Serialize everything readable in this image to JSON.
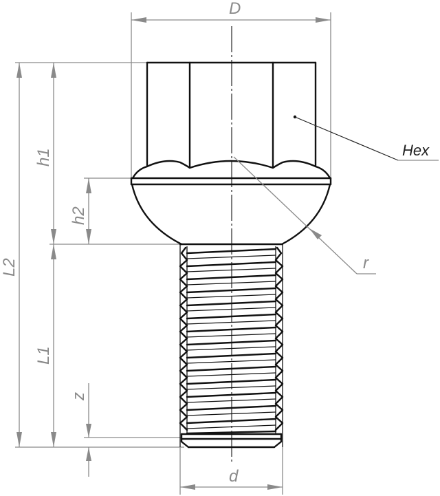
{
  "diagram": {
    "subject": "Wheel bolt with ball seat",
    "dimensions": {
      "D": "D",
      "d": "d",
      "L1": "L1",
      "L2": "L2",
      "h1": "h1",
      "h2": "h2",
      "z": "z",
      "r": "r"
    },
    "callouts": {
      "hex": "Hex"
    },
    "colors": {
      "object_line": "#111111",
      "dimension_line": "#8a8a8a",
      "background": "#ffffff"
    }
  }
}
